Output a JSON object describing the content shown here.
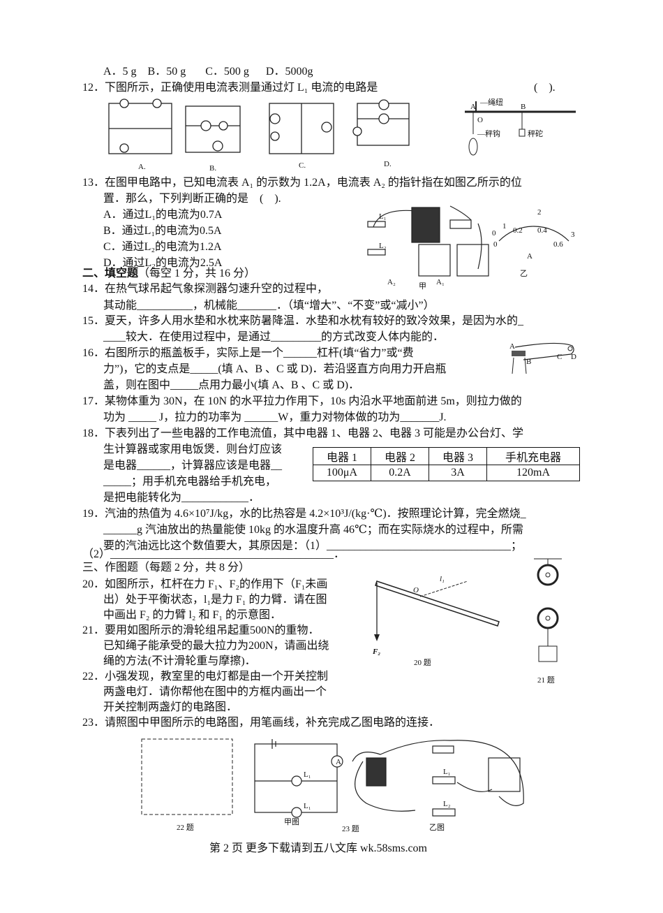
{
  "q11_options": "A．5 g    B．50 g       C．500 g      D．5000g",
  "q12": {
    "stem": "12．下图所示，正确使用电流表测量通过灯 L₁ 电流的电路是",
    "paren": "(    ).",
    "labels": [
      "A.",
      "B.",
      "C.",
      "D."
    ],
    "lever_labels": {
      "rope": "—绳纽",
      "hook": "—秤钩",
      "weight": "秤砣",
      "A": "A",
      "B": "B",
      "O": "O"
    }
  },
  "q13": {
    "stem1": "13．在图甲电路中，已知电流表 A₁ 的示数为 1.2A，电流表 A₂ 的指针指在如图乙所示的位",
    "stem2": "置．那么，下列判断正确的是    (    ).",
    "options": [
      "A．通过L₁的电流为0.7A",
      "B．通过L₁的电流为0.5A",
      "C．通过L₂的电流为1.2A",
      "D．通过L₂的电流为2.5A"
    ],
    "fig": {
      "a2": "A₂",
      "a1": "A₁",
      "jia": "甲",
      "yi": "乙",
      "L1": "L₁",
      "L2": "L₂",
      "scale_top": [
        "1",
        "2",
        "3"
      ],
      "scale_bottom": [
        "0",
        "0.2",
        "0.4",
        "0.6"
      ],
      "zero": "0",
      "unit": "A"
    }
  },
  "section2": {
    "title": "二、填空题",
    "note": "（每空 1 分，共 16 分）"
  },
  "q14": [
    "14．在热气球吊起气象探测器匀速升空的过程中，",
    "其动能__________，机械能_______．（填“增大”、“不变”或“减小”）"
  ],
  "q15": [
    "15．夏天，许多人用水垫和水枕来防暑降温．水垫和水枕有较好的致冷效果，是因为水的_",
    "____较大．在使用过程中，是通过_________的方式改变人体内能的．"
  ],
  "q16": {
    "lines": [
      "16．右图所示的瓶盖板手，实际上是一个______杠杆(填“省力”或“费",
      "力”)，它的支点是_____(填 A、B 、C 或 D)．若沿竖直方向用力开启瓶",
      "盖，则在图中_____点用力最小(填 A、B 、C 或 D)．"
    ],
    "fig": [
      "A",
      "B",
      "C",
      "D"
    ]
  },
  "q17": [
    "17．某物体重为 30N，在 10N 的水平拉力作用下，10s 内沿水平地面前进 5m，则拉力做的",
    "功为 _____ J，拉力的功率为 ______W，重力对物体做的功为_______J."
  ],
  "q18": {
    "lines": [
      "18．下表列出了一些电器的工作电流值，其中电器 1、电器 2、电器 3 可能是办公台灯、学",
      "生计算器或家用电饭煲．则台灯应该",
      "是电器______，计算器应该是电器__",
      "_____；用手机充电器给手机充电，",
      "是把电能转化为____________．"
    ],
    "table": {
      "headers": [
        "电器 1",
        "电器 2",
        "电器 3",
        "手机充电器"
      ],
      "values": [
        "100μA",
        "0.2A",
        "3A",
        "120mA"
      ]
    }
  },
  "q19": [
    "19．汽油的热值为 4.6×10⁷J/kg，水的比热容是 4.2×10³J/(kg·℃)．按照理论计算，完全燃烧_",
    "______g 汽油放出的热量能使 10kg 的水温度升高 46℃；而在实际烧水的过程中，所需",
    "要的汽油远比这个数值要大，其原因是：（1）_________________________________；",
    "（2）________________________________________．"
  ],
  "section3": "三、作图题（每题 2 分，共 8 分）",
  "q20": [
    "20．如图所示，杠杆在力 F₁、F₂的作用下（F₁未画",
    "出）处于平衡状态，l₁是力 F₁ 的力臂．请在图",
    "中画出 F₂ 的力臂 l₂ 和 F₁ 的示意图．"
  ],
  "q21": [
    "21．要用如图所示的滑轮组吊起重500N的重物．",
    "已知绳子能承受的最大拉力为200N，请画出绕",
    "绳的方法(不计滑轮重与摩擦)．"
  ],
  "q22": [
    "22．小强发现，教室里的电灯都是由一个开关控制",
    "两盏电灯．请你帮他在图中的方框内画出一个",
    "开关控制两盏灯的电路图．"
  ],
  "q23": "23．请照图中甲图所示的电路图，用笔画线，补充完成乙图电路的连接．",
  "fig_labels": {
    "f20": "20 题",
    "f21": "21 题",
    "f22": "22 题",
    "f23": "23 题",
    "jia": "甲图",
    "yi": "乙图",
    "O": "O",
    "l1": "l₁",
    "F2": "F₂",
    "L1": "L₁",
    "L2": "L₂",
    "A": "A"
  },
  "footer": "第 2 页 更多下载请到五八文库 wk.58sms.com"
}
